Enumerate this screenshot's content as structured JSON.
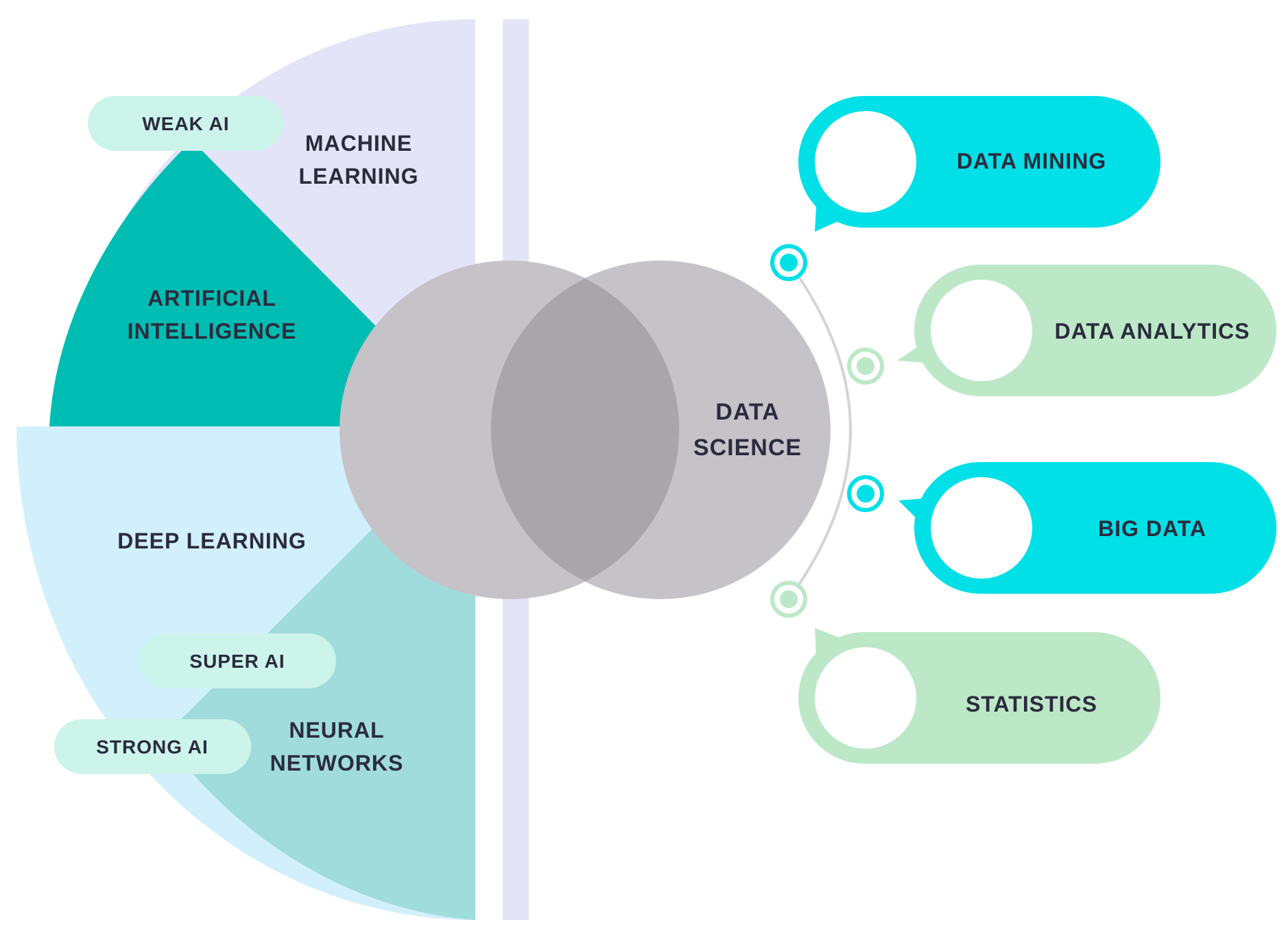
{
  "left_panel": {
    "machine_learning": [
      "MACHINE",
      "LEARNING"
    ],
    "artificial_intelligence": [
      "ARTIFICIAL",
      "INTELLIGENCE"
    ],
    "deep_learning": "DEEP LEARNING",
    "neural_networks": [
      "NEURAL",
      "NETWORKS"
    ],
    "tags": {
      "weak_ai": "WEAK AI",
      "super_ai": "SUPER AI",
      "strong_ai": "STRONG AI"
    }
  },
  "center": {
    "data_science": [
      "DATA",
      "SCIENCE"
    ]
  },
  "right_panel": {
    "items": [
      {
        "label": "DATA MINING",
        "color": "#00e0e6"
      },
      {
        "label": "DATA ANALYTICS",
        "color": "#bde8c8"
      },
      {
        "label": "BIG DATA",
        "color": "#00e0e6"
      },
      {
        "label": "STATISTICS",
        "color": "#bde8c8"
      }
    ]
  },
  "colors": {
    "lavender": "#e4e4f8",
    "teal_dark": "#00bdb4",
    "light_blue": "#d2f0fc",
    "teal_light": "#a1dcdc",
    "tag_fill": "#ccf4ea",
    "circle_gray": "#c5c3c8",
    "circle_overlap": "#a8a6aa",
    "cyan": "#00e0e6",
    "mint": "#bde8c8"
  }
}
